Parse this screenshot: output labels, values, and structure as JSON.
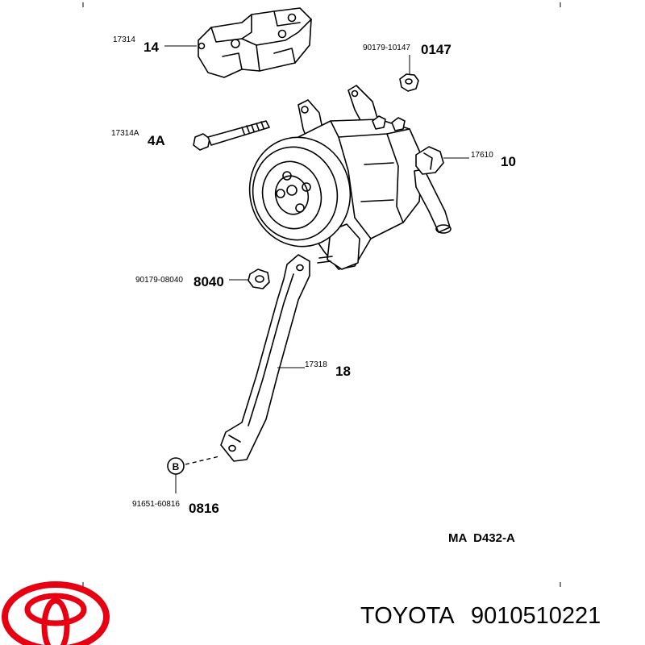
{
  "parts": [
    {
      "id": "bracket",
      "part_no": "17314",
      "ref": "14"
    },
    {
      "id": "bolt",
      "part_no": "17314A",
      "ref": "4A"
    },
    {
      "id": "nut-top",
      "part_no": "90179-10147",
      "ref": "0147"
    },
    {
      "id": "hose-fitting",
      "part_no": "17610",
      "ref": "10"
    },
    {
      "id": "nut-mid",
      "part_no": "90179-08040",
      "ref": "8040"
    },
    {
      "id": "stay",
      "part_no": "17318",
      "ref": "18"
    },
    {
      "id": "bolt-b",
      "part_no": "91651-60816",
      "ref": "0816",
      "marker": "B"
    }
  ],
  "diagram_code": "MA  D432-A",
  "brand": {
    "name": "TOYOTA",
    "part_number": "9010510221",
    "logo_color": "#e60012"
  }
}
